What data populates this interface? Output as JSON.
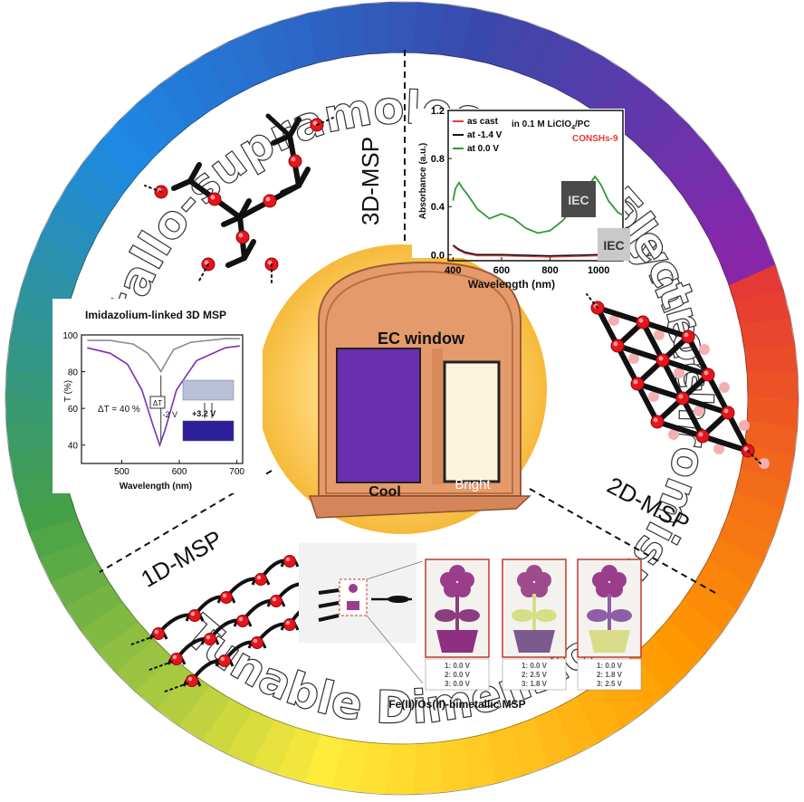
{
  "ring": {
    "top_text": "Metallo-supramolecular Polymers",
    "right_text": "Electrochromism",
    "bottom_text": "Tunable Dimension",
    "colors": [
      "#e53935",
      "#ff9800",
      "#ffeb3b",
      "#43a047",
      "#1e88e5",
      "#3949ab",
      "#8e24aa"
    ]
  },
  "sections": {
    "msp3d": "3D-MSP",
    "msp2d": "2D-MSP",
    "msp1d": "1D-MSP"
  },
  "center": {
    "window_title": "EC window",
    "cool_label": "Cool",
    "bright_label": "Bright",
    "cool_color": "#6a2fb0",
    "bright_color": "#fbf3dc"
  },
  "absorbance_chart": {
    "legend": [
      "as cast",
      "at -1.4 V",
      "at 0.0 V"
    ],
    "legend_colors": [
      "#e53935",
      "#111111",
      "#2e9a2e"
    ],
    "annotation1": "in 0.1 M LiClO",
    "annotation1_sub": "4",
    "annotation1_tail": "/PC",
    "annotation2": "CONSHs-9",
    "inset_label": "IEC",
    "xlabel": "Wavelength (nm)",
    "ylabel": "Absorbance (a.u.)",
    "yticks": [
      "0.0",
      "0.4",
      "0.8",
      "1.2"
    ],
    "xticks": [
      "400",
      "600",
      "800",
      "1000"
    ]
  },
  "transmittance_chart": {
    "title": "Imidazolium-linked 3D MSP",
    "xlabel": "Wavelength (nm)",
    "ylabel": "T (%)",
    "yticks": [
      "40",
      "60",
      "80",
      "100"
    ],
    "xticks": [
      "500",
      "600",
      "700"
    ],
    "delta_label": "ΔT = 40 %",
    "delta_small": "ΔT",
    "v_minus": "-2 V",
    "v_plus": "+3.2 V"
  },
  "bimetallic": {
    "title": "Fe(II)/Os(II)-bimetallic MSP",
    "panels": [
      {
        "l1": "1: 0.0 V",
        "l2": "2: 0.0 V",
        "l3": "3: 0.0 V",
        "flower": "#9c3d8c",
        "leaf": "#8c3d80",
        "pot": "#8e2f82"
      },
      {
        "l1": "1: 0.0 V",
        "l2": "2: 2.5 V",
        "l3": "3: 1.8 V",
        "flower": "#a04a8e",
        "leaf": "#d6df84",
        "pot": "#7b5a8e"
      },
      {
        "l1": "1: 0.0 V",
        "l2": "2: 1.8 V",
        "l3": "3: 2.5 V",
        "flower": "#9c3d8c",
        "leaf": "#8e5fa6",
        "pot": "#d9dd8a"
      }
    ]
  }
}
